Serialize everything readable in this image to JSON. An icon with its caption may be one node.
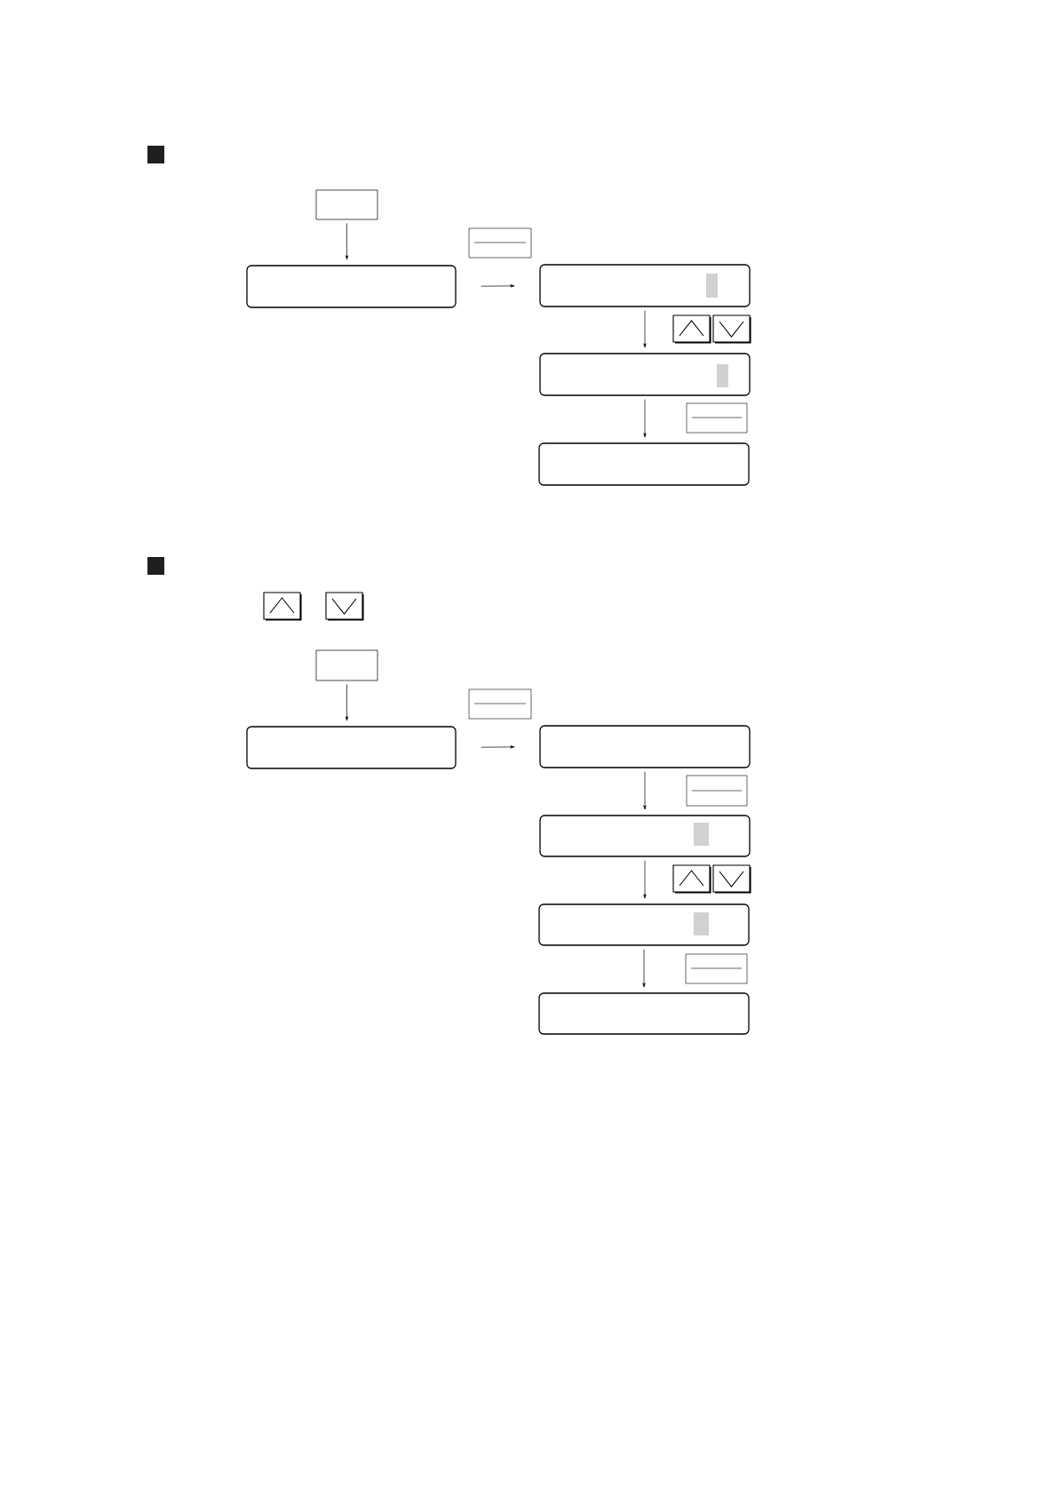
{
  "diagram": {
    "nodes": [
      {
        "text": [],
        "shape": "box"
      },
      {
        "text": [],
        "shape": "box"
      },
      {
        "text": [],
        "shape": "box"
      },
      {
        "text": [],
        "shape": "box"
      },
      {
        "text": [],
        "shape": "box"
      },
      {
        "text": [],
        "shape": "box"
      },
      {
        "text": [],
        "shape": "box"
      },
      {
        "text": [],
        "shape": "box"
      },
      {
        "text": [],
        "shape": "box"
      },
      {
        "text": [],
        "shape": "box"
      },
      {
        "text": [],
        "shape": "box"
      }
    ],
    "edges": [
      {
        "from": 0,
        "to": 1,
        "arrow": "to"
      },
      {
        "from": 1,
        "to": 2,
        "arrow": "to"
      },
      {
        "from": 2,
        "to": 3,
        "arrow": "to"
      },
      {
        "from": 3,
        "to": 4,
        "arrow": "to"
      },
      {
        "from": 5,
        "to": 6,
        "arrow": "to"
      },
      {
        "from": 6,
        "to": 7,
        "arrow": "to"
      },
      {
        "from": 7,
        "to": 8,
        "arrow": "to"
      },
      {
        "from": 8,
        "to": 9,
        "arrow": "to"
      },
      {
        "from": 9,
        "to": 10,
        "arrow": "to"
      }
    ]
  }
}
